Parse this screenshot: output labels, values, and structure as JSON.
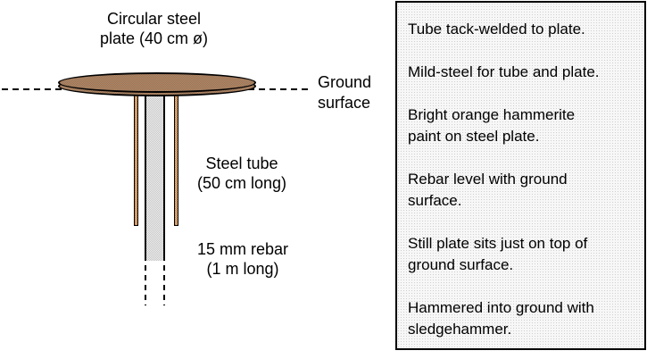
{
  "diagram": {
    "plate_label": "Circular steel\nplate (40 cm ø)",
    "ground_surface_label": "Ground\nsurface",
    "tube_label": "Steel tube\n(50 cm long)",
    "rebar_label": "15 mm rebar\n(1 m long)"
  },
  "notes": {
    "items": [
      "Tube tack-welded to plate.",
      "Mild-steel for tube and plate.",
      "Bright orange hammerite\npaint on steel plate.",
      "Rebar level with ground\nsurface.",
      "Still plate sits just on top of\nground surface.",
      "Hammered into ground with\nsledgehammer."
    ]
  },
  "colors": {
    "outline": "#000000",
    "plate_dither": [
      "#b46a44",
      "#96927a"
    ],
    "tube_wall_dither": [
      "#c87a3c",
      "#d8b88e"
    ],
    "rebar_dither": [
      "#c6c6c6",
      "#efefef"
    ],
    "panel_background": "#f7f7f7",
    "panel_dot": "#cfcfcf",
    "panel_border": "#000000",
    "background": "#ffffff"
  }
}
